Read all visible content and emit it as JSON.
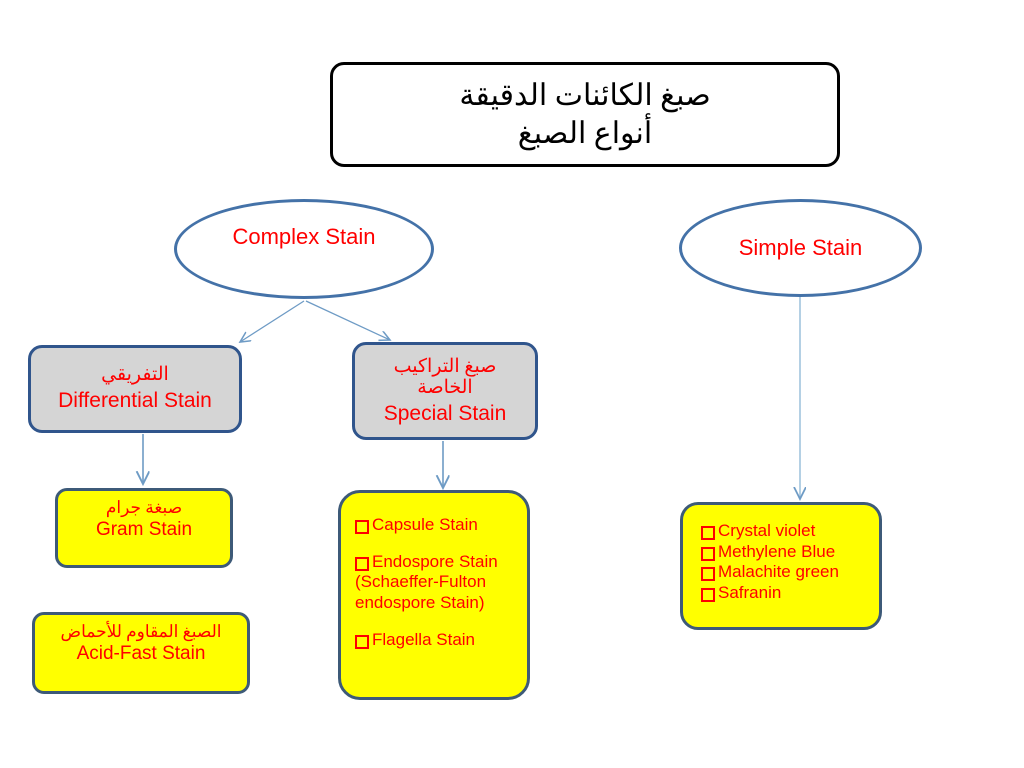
{
  "title": {
    "line1": "صبغ الكائنات الدقيقة",
    "line2": "أنواع الصبغ"
  },
  "nodes": {
    "complex_stain": {
      "label": "Complex Stain"
    },
    "simple_stain": {
      "label": "Simple Stain"
    },
    "differential_stain": {
      "arabic": "التفريقي",
      "english": "Differential Stain"
    },
    "special_stain": {
      "arabic_line1": "صبغ التراكيب",
      "arabic_line2": "الخاصة",
      "english": "Special Stain"
    },
    "gram_stain": {
      "arabic": "صبغة جرام",
      "english": "Gram Stain"
    },
    "acid_fast_stain": {
      "arabic": "الصبغ المقاوم للأحماض",
      "english": "Acid-Fast  Stain"
    }
  },
  "special_stain_list": {
    "item1": "Capsule Stain",
    "item2": "Endospore Stain",
    "item2_cont1": "(Schaeffer-Fulton",
    "item2_cont2": "endospore Stain)",
    "item3": "Flagella Stain"
  },
  "simple_stain_list": {
    "item1": "Crystal violet",
    "item2": "Methylene Blue",
    "item3": "Malachite green",
    "item4": "Safranin"
  },
  "colors": {
    "text_red": "#FF0000",
    "ellipse_blue": "#4472A8",
    "box_border_blue": "#30558C",
    "gray_fill": "#D5D5D5",
    "yellow_fill": "#FFFF00",
    "connector_blue": "#6E9BC5",
    "title_border": "#000000"
  }
}
